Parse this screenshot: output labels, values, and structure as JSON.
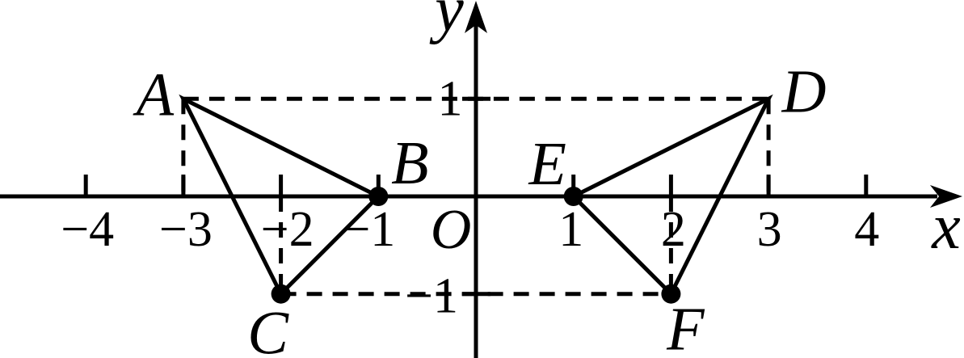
{
  "figure": {
    "background": "#ffffff",
    "ink": "#000000",
    "axes": {
      "x_label": "x",
      "y_label": "y",
      "origin_label": "O"
    },
    "x_ticks": [
      {
        "value": -4,
        "label": "−4",
        "label_dx": 2
      },
      {
        "value": -3,
        "label": "−3",
        "label_dx": 3
      },
      {
        "value": -2,
        "label": "−2",
        "label_dx": 8
      },
      {
        "value": -1,
        "label": "−1",
        "label_dx": -12
      },
      {
        "value": 1,
        "label": "1",
        "label_dx": -3
      },
      {
        "value": 2,
        "label": "2",
        "label_dx": 3
      },
      {
        "value": 3,
        "label": "3",
        "label_dx": 1
      },
      {
        "value": 4,
        "label": "4",
        "label_dx": 1
      }
    ],
    "y_ticks": [
      {
        "value": 1,
        "label": "1",
        "label_dx": -32,
        "label_dy": 0
      },
      {
        "value": -1,
        "label": "−1",
        "label_dx": -55,
        "label_dy": 3
      }
    ],
    "points": [
      {
        "name": "A",
        "x": -3,
        "y": 1,
        "dot": false,
        "label_dx": -35,
        "label_dy": 20
      },
      {
        "name": "B",
        "x": -1,
        "y": 0,
        "dot": true,
        "label_dx": 39,
        "label_dy": -16
      },
      {
        "name": "C",
        "x": -2,
        "y": -1,
        "dot": true,
        "label_dx": -16,
        "label_dy": 74
      },
      {
        "name": "D",
        "x": 3,
        "y": 1,
        "dot": false,
        "label_dx": 44,
        "label_dy": 16
      },
      {
        "name": "E",
        "x": 1,
        "y": 0,
        "dot": true,
        "label_dx": -32,
        "label_dy": -15
      },
      {
        "name": "F",
        "x": 2,
        "y": -1,
        "dot": true,
        "label_dx": 18,
        "label_dy": 69
      }
    ],
    "triangles": [
      {
        "name": "triangle-ABC",
        "vertices": [
          "A",
          "B",
          "C"
        ]
      },
      {
        "name": "triangle-DEF",
        "vertices": [
          "D",
          "E",
          "F"
        ]
      }
    ],
    "dashed_segments": [
      {
        "name": "dashed-y-equals-1",
        "from": [
          -3,
          1
        ],
        "to": [
          3,
          1
        ]
      },
      {
        "name": "dashed-drop-A",
        "from": [
          -3,
          1
        ],
        "to": [
          -3,
          0
        ]
      },
      {
        "name": "dashed-drop-C",
        "from": [
          -2,
          0
        ],
        "to": [
          -2,
          -1
        ]
      },
      {
        "name": "dashed-y-equals-minus-1",
        "from": [
          -2,
          -1
        ],
        "to": [
          2,
          -1
        ]
      },
      {
        "name": "dashed-drop-D",
        "from": [
          3,
          1
        ],
        "to": [
          3,
          0
        ]
      },
      {
        "name": "dashed-drop-F",
        "from": [
          2,
          0
        ],
        "to": [
          2,
          -1
        ]
      }
    ]
  }
}
